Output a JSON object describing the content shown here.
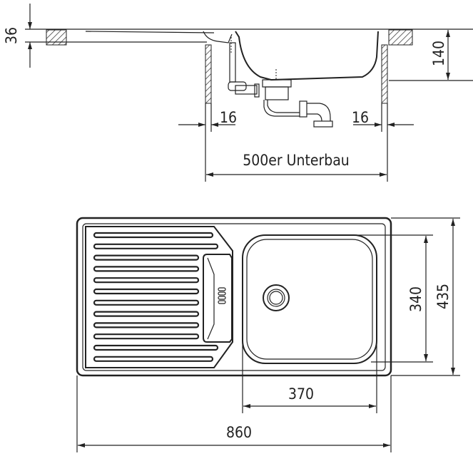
{
  "title": "Einbauspüle Maßzeichnung",
  "side_view": {
    "rim_height_label": "36",
    "bowl_depth_label": "140",
    "wall_left_label": "16",
    "wall_right_label": "16",
    "cabinet_label": "500er Unterbau"
  },
  "top_view": {
    "bowl_depth_label": "340",
    "overall_depth_label": "435",
    "bowl_width_label": "370",
    "overall_width_label": "860"
  }
}
